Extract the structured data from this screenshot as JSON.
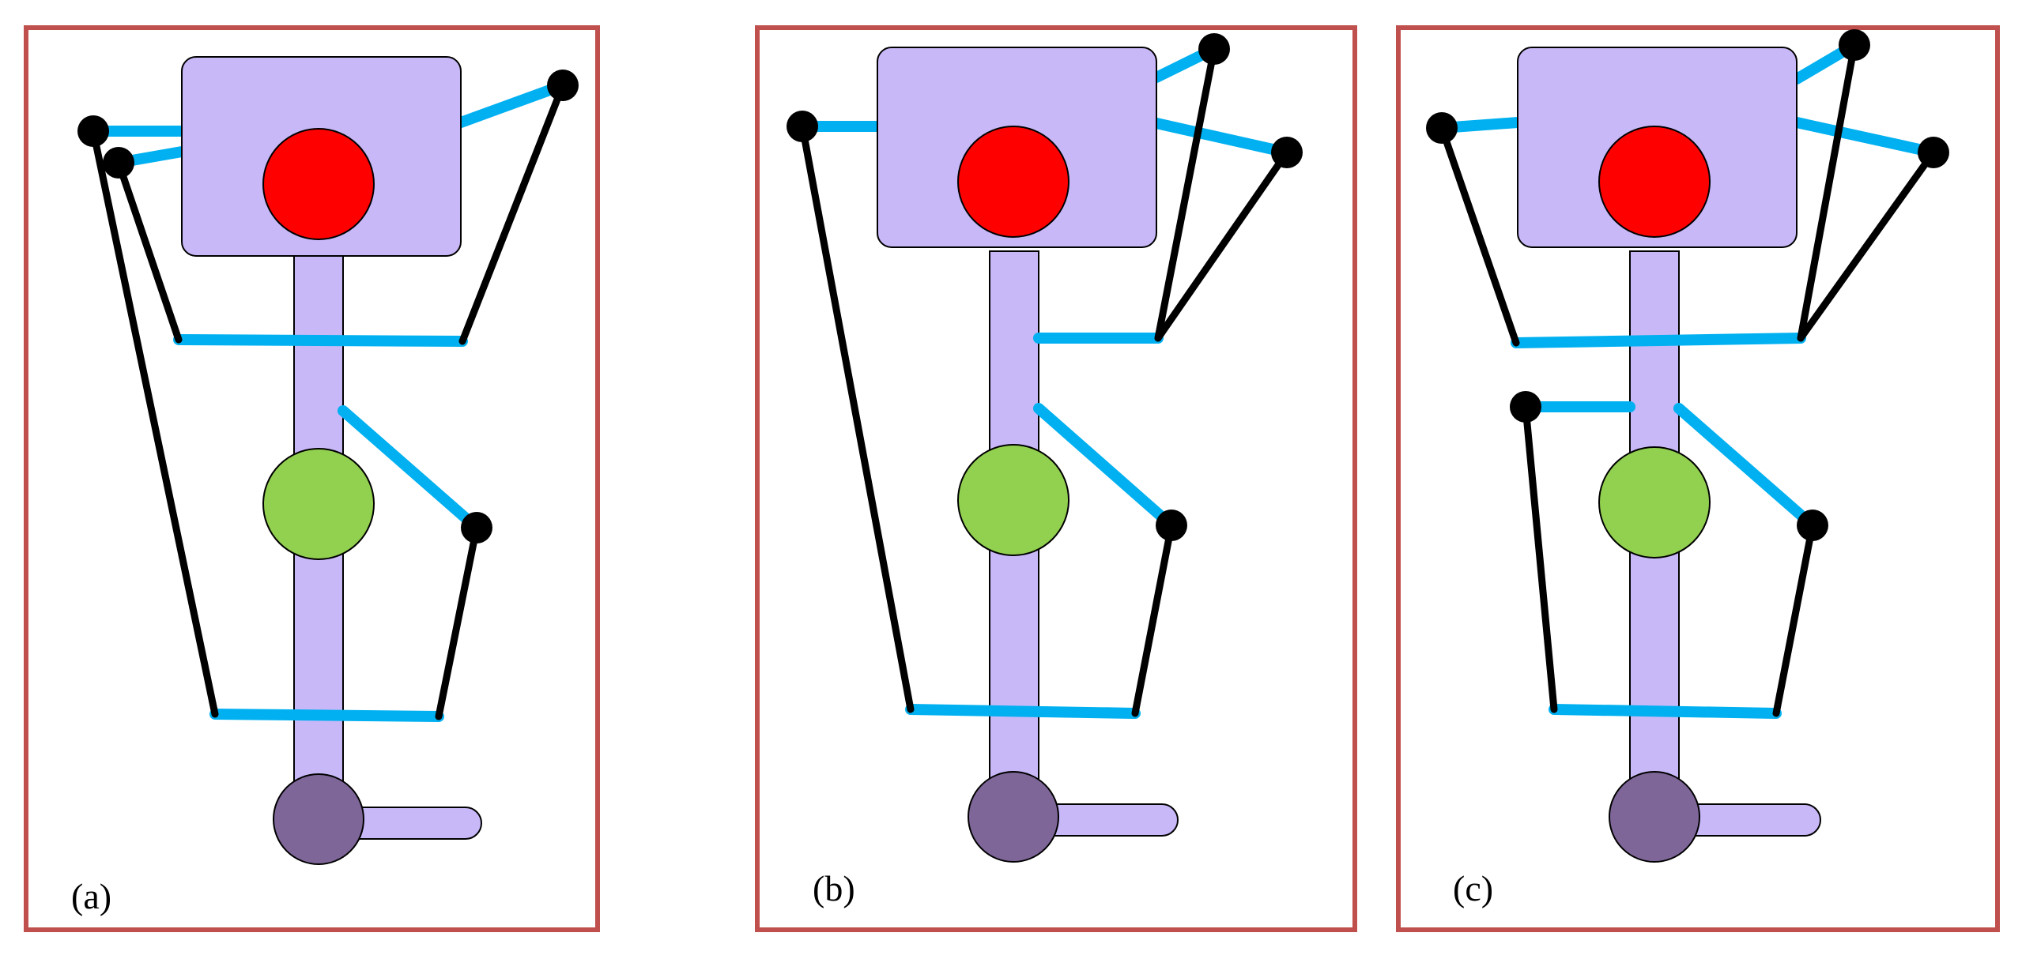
{
  "colors": {
    "frame": "#c0504d",
    "body": "#c8b8f8",
    "body_stroke": "#000000",
    "joint_top": "#ff0000",
    "joint_mid": "#92d050",
    "joint_bottom": "#7f6699",
    "cable": "#00b0f0",
    "link": "#000000",
    "node": "#000000"
  },
  "panels": [
    {
      "id": "a",
      "label": "(a)"
    },
    {
      "id": "b",
      "label": "(b)"
    },
    {
      "id": "c",
      "label": "(c)"
    }
  ]
}
